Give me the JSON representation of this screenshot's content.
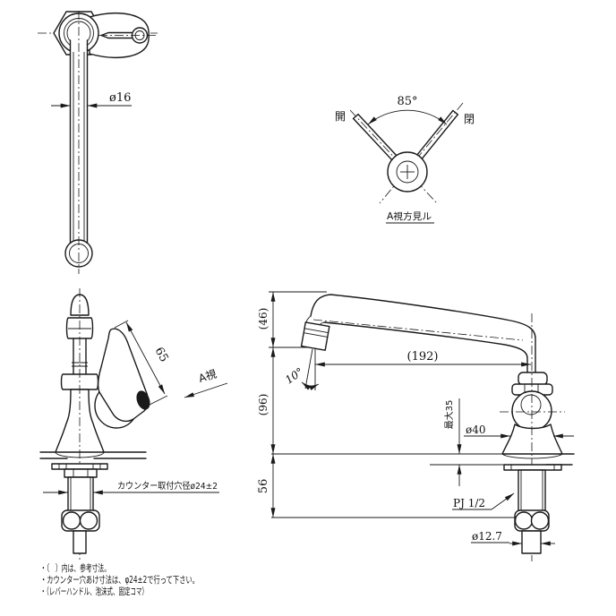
{
  "labels": {
    "phi16": "ø16",
    "deg85": "85°",
    "open": "開",
    "close": "閉",
    "aview_caption": "A視方見ル",
    "dim65": "65",
    "aview_arrow": "A視",
    "d46": "(46)",
    "d96": "(96)",
    "d192": "(192)",
    "d10": "10°",
    "max35": "最大35",
    "d40": "ø40",
    "d56": "56",
    "pj": "PJ 1/2",
    "d127": "ø12.7",
    "counter_hole": "カウンター取付穴径ø24±2",
    "note1": "・（　）内は、参考寸法。",
    "note2": "・カウンター穴あけ寸法は、φ24±2で行って下さい。",
    "note3": "・（レバーハンドル、泡沫式、固定コマ）"
  }
}
